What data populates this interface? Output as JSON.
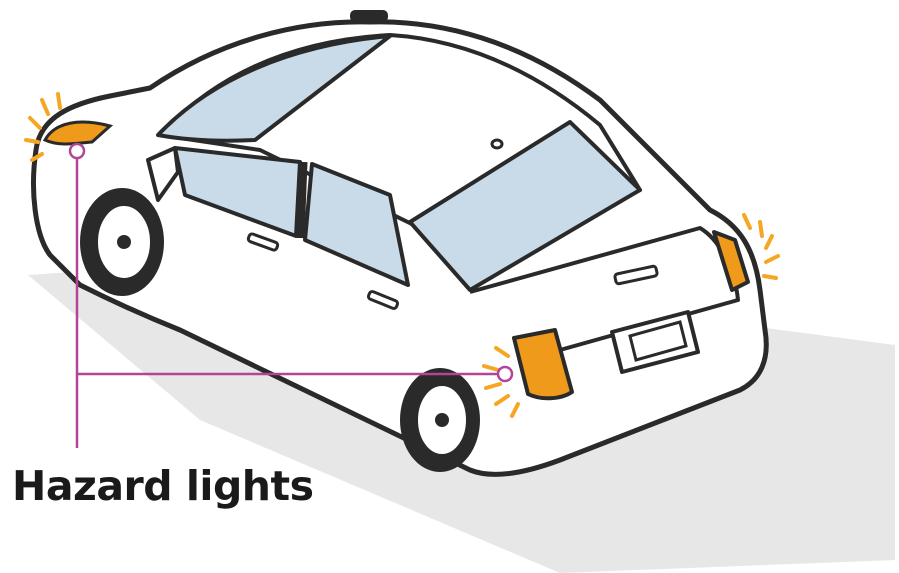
{
  "callout": {
    "label": "Hazard lights"
  },
  "colors": {
    "leader_line": "#b0459a",
    "hazard_glow": "#f5a623",
    "lamp_amber": "#ef9a1b",
    "car_outline": "#2a2a2a",
    "car_body": "#ffffff",
    "glass": "#c9dbe8",
    "shadow": "#e6e6e6"
  },
  "icons": [
    "car-illustration",
    "hazard-light-rays"
  ]
}
